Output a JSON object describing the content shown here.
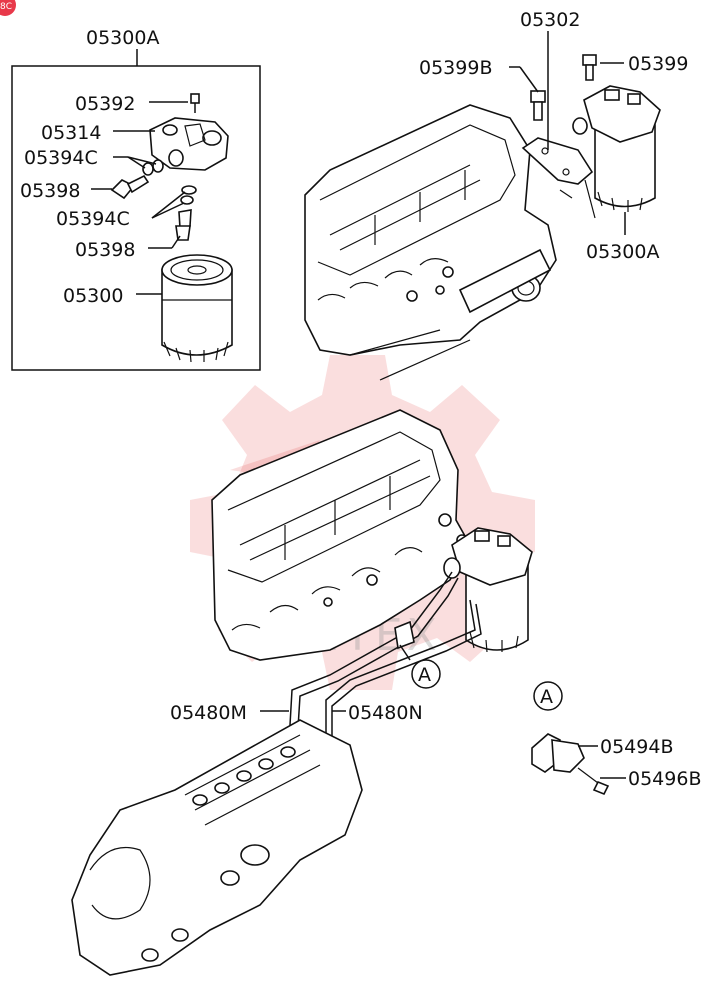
{
  "badge": {
    "text": "8C",
    "color": "#e8394a"
  },
  "watermark": {
    "text": "ИНТЕХ",
    "color": "#e03030"
  },
  "callout_markers": {
    "a1": "A",
    "a2": "A"
  },
  "labels": {
    "inset_title": "05300A",
    "l05392": "05392",
    "l05314": "05314",
    "l05394c_1": "05394C",
    "l05398_1": "05398",
    "l05394c_2": "05394C",
    "l05398_2": "05398",
    "l05300": "05300",
    "l05302": "05302",
    "l05399b": "05399B",
    "l05399": "05399",
    "l05300a": "05300A",
    "l05480m": "05480M",
    "l05480n": "05480N",
    "l05494b": "05494B",
    "l05496b": "05496B"
  }
}
